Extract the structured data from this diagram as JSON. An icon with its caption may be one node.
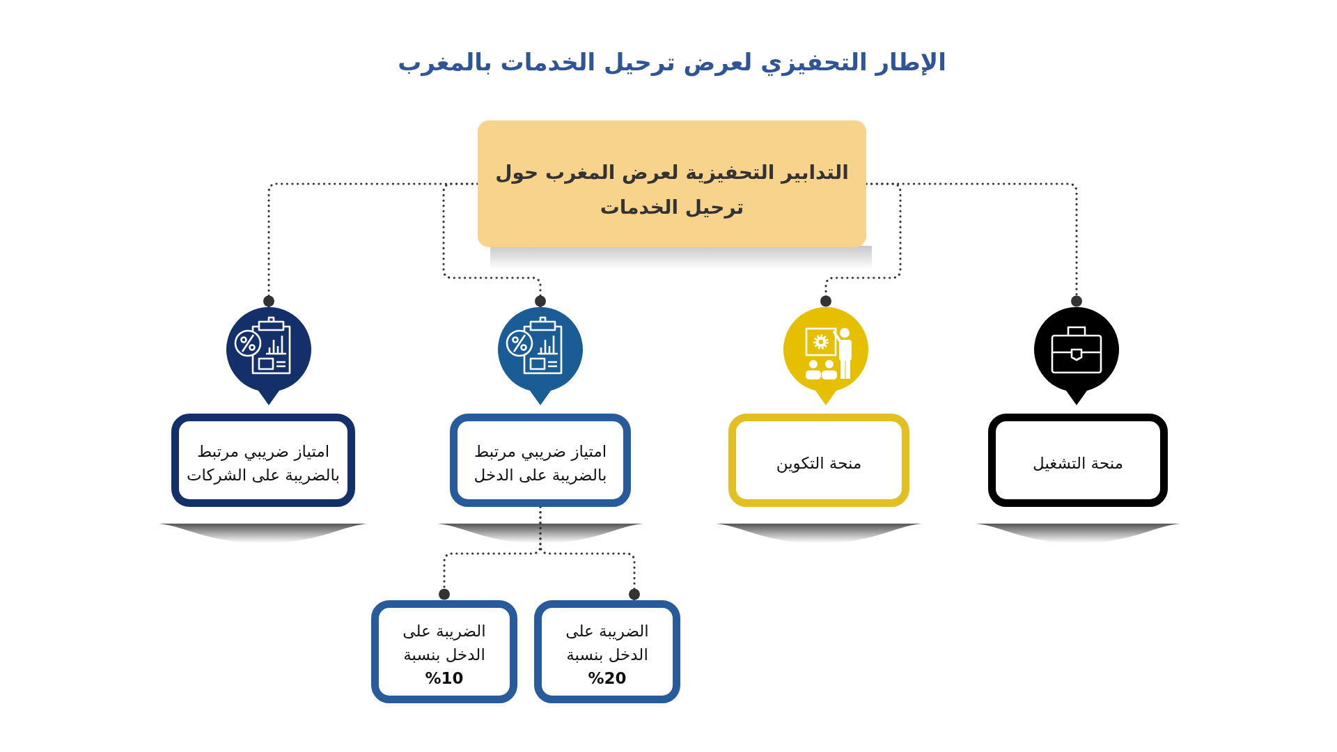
{
  "diagram": {
    "title": "الإطار التحفيزي لعرض ترحيل الخدمات بالمغرب",
    "nodes": [
      {
        "text": [
          "التدابير التحفيزية لعرض المغرب حول ترحيل الخدمات"
        ]
      },
      {
        "text": [],
        "shape": "circle"
      },
      {
        "text": [
          "منحة التشغيل"
        ]
      },
      {
        "text": [],
        "shape": "circle"
      },
      {
        "text": [
          "منحة التكوين"
        ]
      },
      {
        "text": [],
        "shape": "circle"
      },
      {
        "text": [
          "امتياز ضريبي مرتبط بالضريبة على الدخل"
        ]
      },
      {
        "text": [],
        "shape": "circle"
      },
      {
        "text": [
          "امتياز ضريبي مرتبط بالضريبة على الشركات"
        ]
      },
      {
        "text": [
          "الضريبة على الدخل بنسبة **20%**"
        ]
      },
      {
        "text": [
          "الضريبة على الدخل بنسبة **10%**"
        ]
      }
    ],
    "edges": [
      {
        "from": 0,
        "to": 1,
        "arrow": "other"
      },
      {
        "from": 0,
        "to": 3,
        "arrow": "other"
      },
      {
        "from": 0,
        "to": 5,
        "arrow": "other"
      },
      {
        "from": 0,
        "to": 7,
        "arrow": "other"
      },
      {
        "from": 6,
        "to": 9,
        "arrow": "other"
      },
      {
        "from": 6,
        "to": 10,
        "arrow": "other"
      }
    ]
  }
}
